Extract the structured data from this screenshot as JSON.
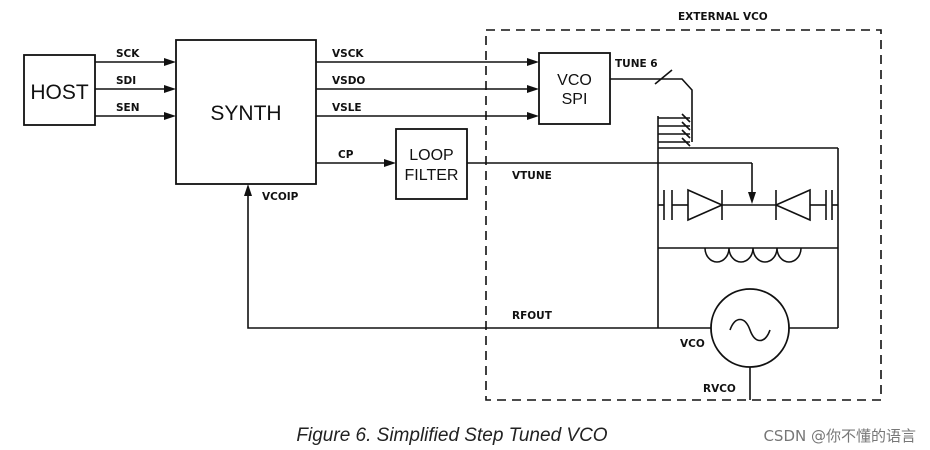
{
  "diagram": {
    "blocks": {
      "host": "HOST",
      "synth": "SYNTH",
      "loop_filter": [
        "LOOP",
        "FILTER"
      ],
      "vco_spi": [
        "VCO",
        "SPI"
      ],
      "external_vco": "EXTERNAL VCO"
    },
    "signals": {
      "sck": "SCK",
      "sdi": "SDI",
      "sen": "SEN",
      "vsck": "VSCK",
      "vsdo": "VSDO",
      "vsle": "VSLE",
      "cp": "CP",
      "vcoip": "VCOIP",
      "tune": "TUNE 6",
      "vtune": "VTUNE",
      "rfout": "RFOUT",
      "vco": "VCO",
      "rvco": "RVCO"
    }
  },
  "caption": "Figure 6. Simplified Step Tuned VCO",
  "watermark": "CSDN @你不懂的语言"
}
